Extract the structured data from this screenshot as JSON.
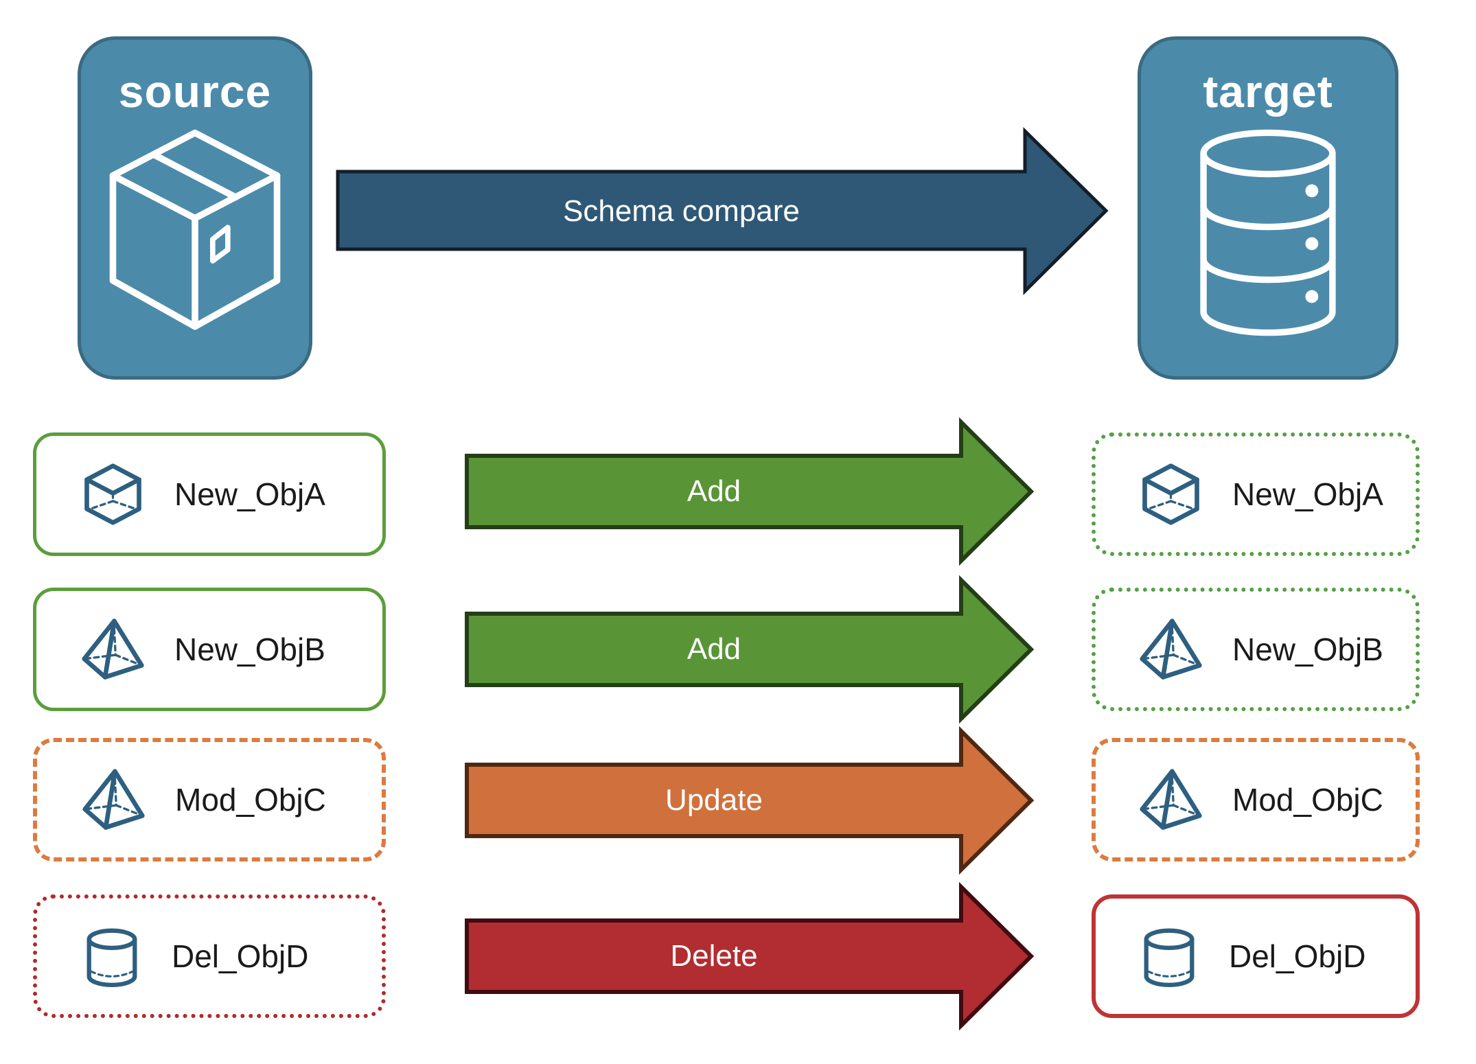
{
  "endpoints": {
    "source": {
      "label": "source",
      "icon": "package-box-icon",
      "fill": "#4c8aaa",
      "border": "#3a6b82"
    },
    "target": {
      "label": "target",
      "icon": "database-icon",
      "fill": "#4c8aaa",
      "border": "#3a6b82"
    }
  },
  "schema_arrow": {
    "label": "Schema compare",
    "fill": "#2f5877",
    "border": "#131e29"
  },
  "rows": [
    {
      "left_label": "New_ObjA",
      "right_label": "New_ObjA",
      "action": "Add",
      "icon": "cube-icon",
      "arrow_color": "#599536",
      "left_border_style": "solid green",
      "right_border_style": "dotted green"
    },
    {
      "left_label": "New_ObjB",
      "right_label": "New_ObjB",
      "action": "Add",
      "icon": "pyramid-icon",
      "arrow_color": "#599536",
      "left_border_style": "solid green",
      "right_border_style": "dotted green"
    },
    {
      "left_label": "Mod_ObjC",
      "right_label": "Mod_ObjC",
      "action": "Update",
      "icon": "pyramid-icon",
      "arrow_color": "#d0703c",
      "left_border_style": "dashed orange",
      "right_border_style": "dashed orange"
    },
    {
      "left_label": "Del_ObjD",
      "right_label": "Del_ObjD",
      "action": "Delete",
      "icon": "cylinder-icon",
      "arrow_color": "#b12d31",
      "left_border_style": "dotted red",
      "right_border_style": "solid red"
    }
  ],
  "colors": {
    "endpoint_fill": "#4c8aaa",
    "endpoint_border": "#3a6b82",
    "schema_arrow": "#2f5877",
    "add_arrow": "#599536",
    "update_arrow": "#d0703c",
    "delete_arrow": "#b12d31",
    "solid_green_border": "#5a9e3c",
    "dotted_green_border": "#55a045",
    "dashed_orange_border": "#dc7b3e",
    "dotted_red_border": "#b2292b",
    "solid_red_border": "#be3434",
    "object_icon_stroke": "#2e5f80",
    "label_text": "#1a1a1a"
  }
}
